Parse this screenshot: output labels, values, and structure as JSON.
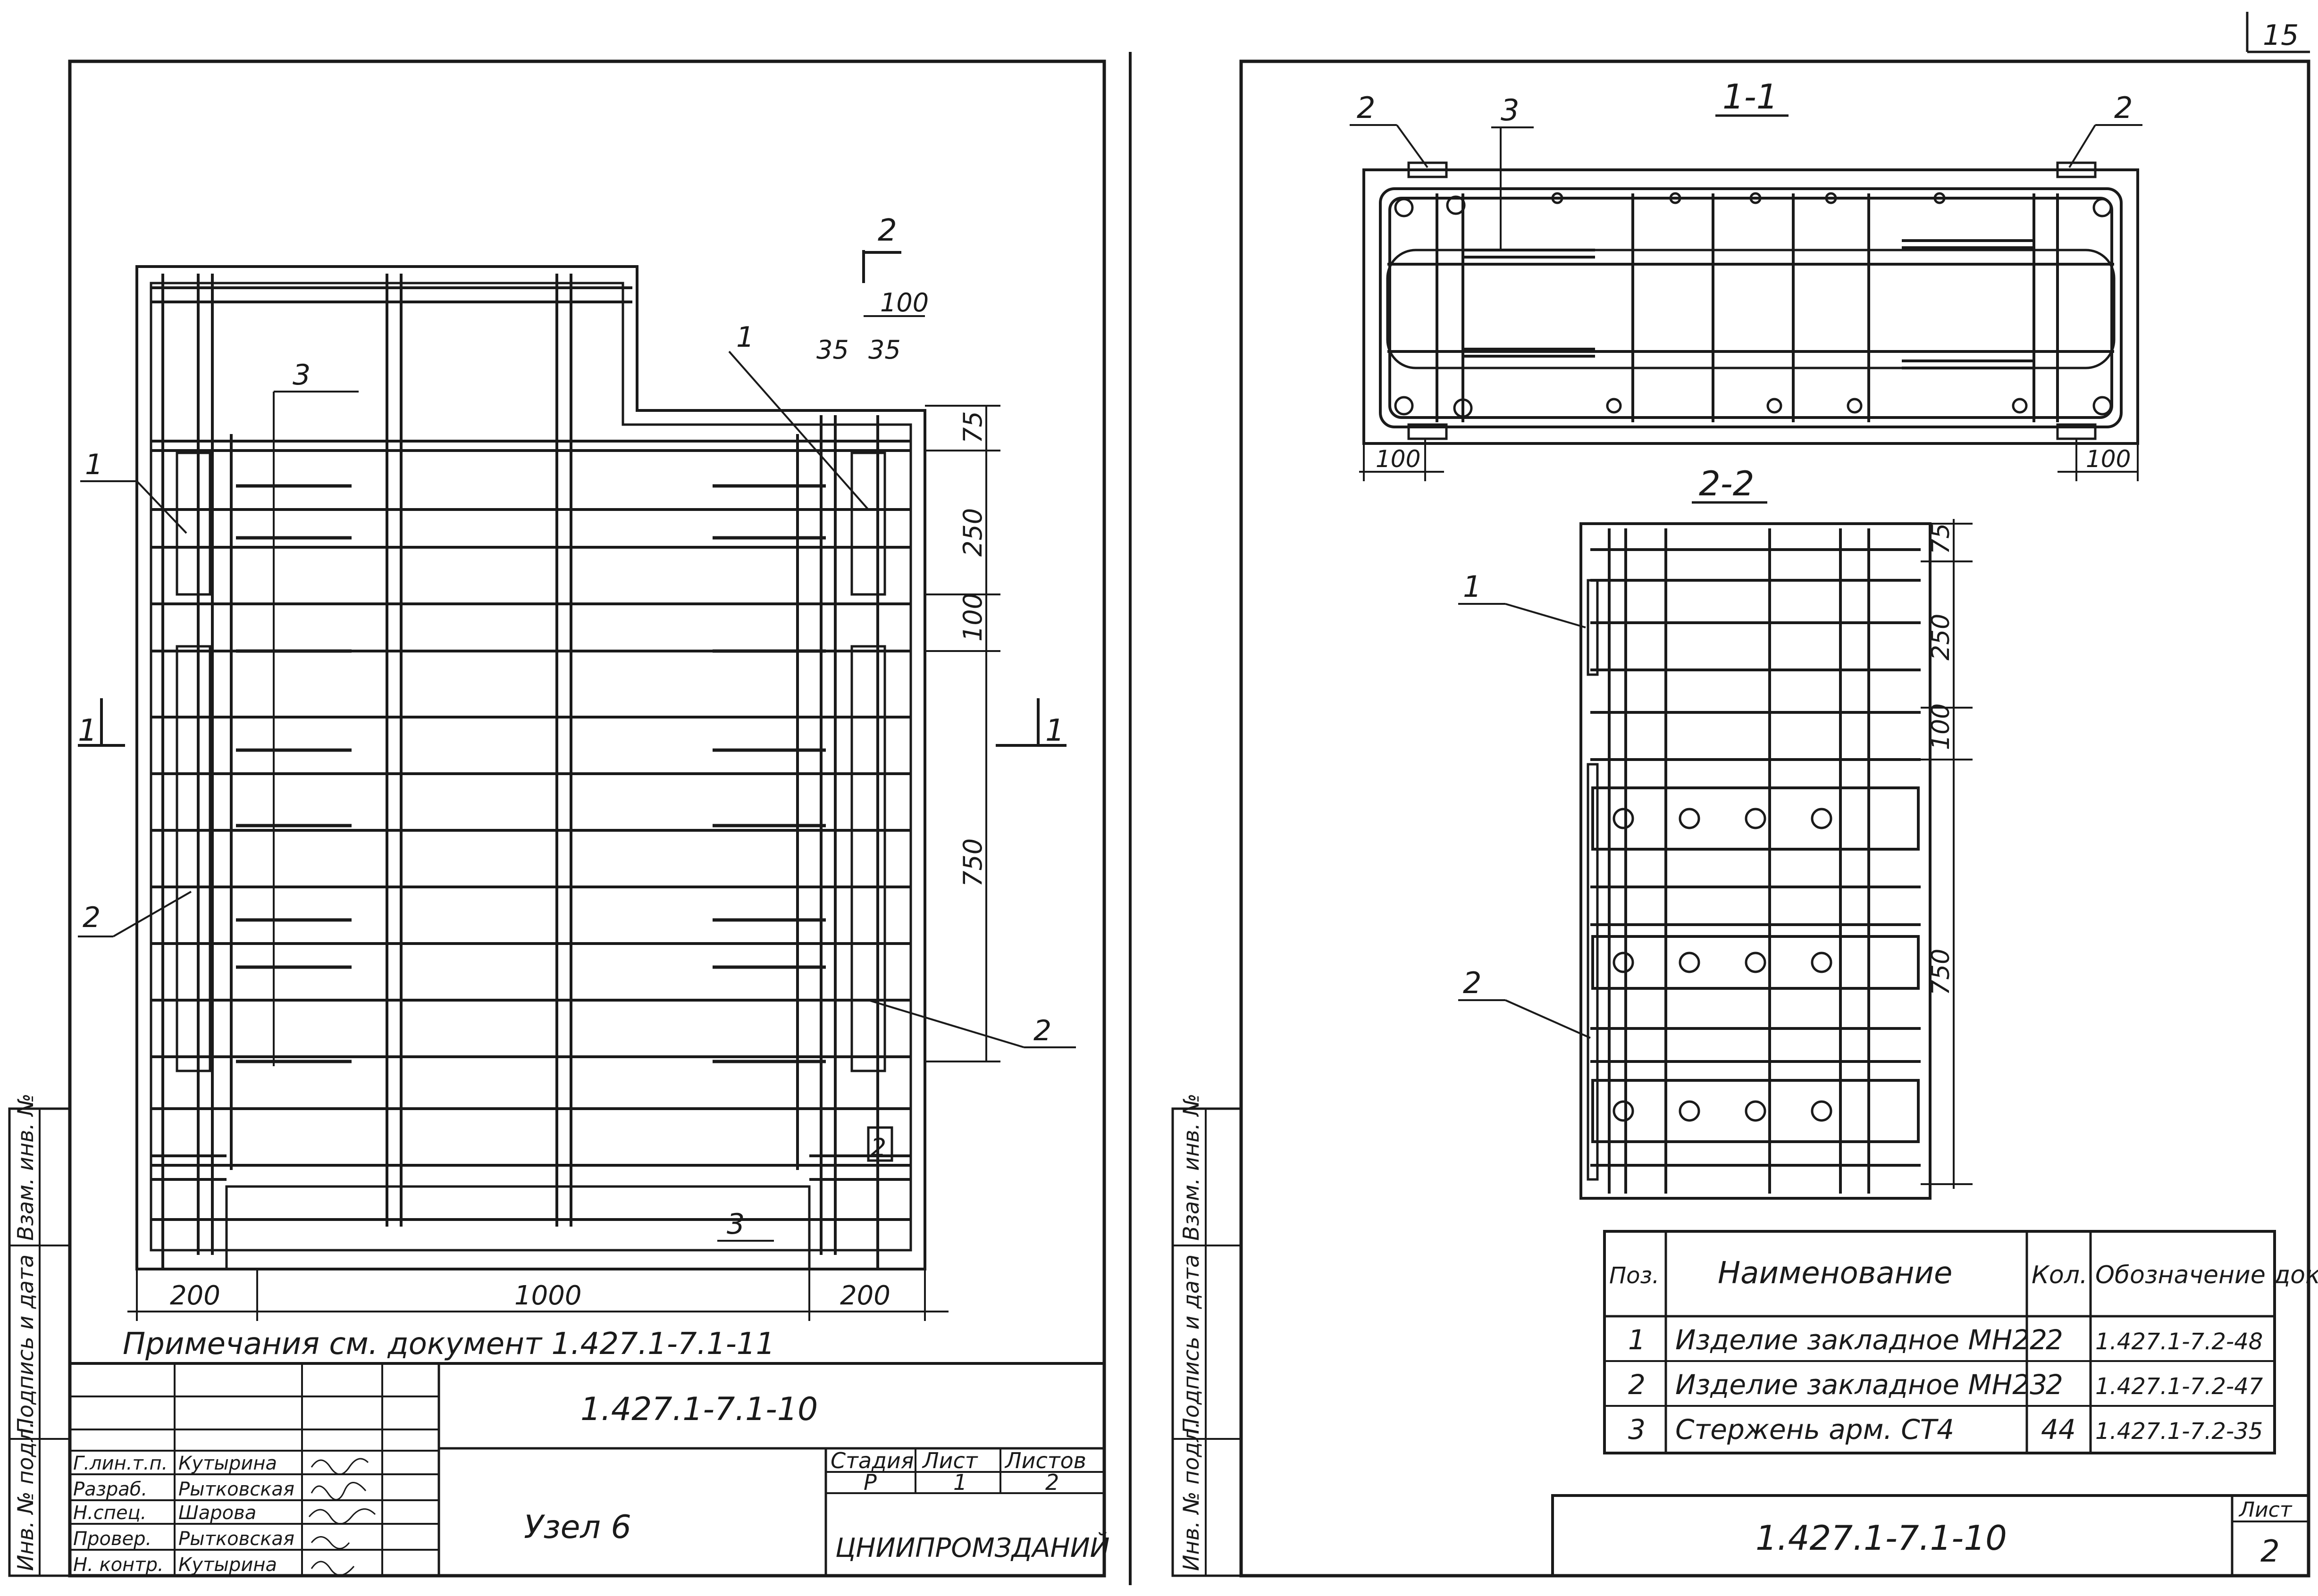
{
  "page_number": "15",
  "left_sheet": {
    "section_marks": {
      "cut_1": "1",
      "cut_2": "2"
    },
    "callouts": [
      "1",
      "2",
      "3",
      "2",
      "3"
    ],
    "dims_right": {
      "top_100": "100",
      "d35a": "35",
      "d35b": "35",
      "d75": "75",
      "d250": "250",
      "d100": "100",
      "d750": "750"
    },
    "dims_bottom": {
      "left": "200",
      "mid": "1000",
      "right": "200"
    },
    "box_label": "2",
    "note": "Примечания см. документ 1.427.1-7.1-11",
    "title_block": {
      "doc_code": "1.427.1-7.1-10",
      "roles": [
        "Г.лин.т.п.",
        "Разраб.",
        "Н.спец.",
        "Провер.",
        "Н. контр."
      ],
      "names": [
        "Кутырина",
        "Рытковская",
        "Шарова",
        "Рытковская",
        "Кутырина"
      ],
      "title": "Узел 6",
      "stage_header": "Стадия",
      "sheet_header": "Лист",
      "sheets_header": "Листов",
      "stage": "Р",
      "sheet": "1",
      "sheets": "2",
      "org": "ЦНИИПРОМЗДАНИЙ"
    },
    "side_stamp": [
      "Инв. № подл.",
      "Подпись и дата",
      "Взам. инв. №"
    ]
  },
  "right_sheet": {
    "section_1_1": "1-1",
    "section_2_2": "2-2",
    "callouts_1_1": [
      "2",
      "3",
      "2"
    ],
    "dims_1_1": {
      "left": "100",
      "right": "100"
    },
    "callouts_2_2": [
      "1",
      "2"
    ],
    "dims_2_2": {
      "d75": "75",
      "d250": "250",
      "d100": "100",
      "d750": "750"
    },
    "spec_table": {
      "headers": [
        "Поз.",
        "Наименование",
        "Кол.",
        "Обозначение документа"
      ],
      "rows": [
        [
          "1",
          "Изделие закладное МН22",
          "2",
          "1.427.1-7.2-48"
        ],
        [
          "2",
          "Изделие закладное МН23",
          "2",
          "1.427.1-7.2-47"
        ],
        [
          "3",
          "Стержень арм. СТ4",
          "44",
          "1.427.1-7.2-35"
        ]
      ]
    },
    "footer": {
      "doc_code": "1.427.1-7.1-10",
      "sheet_label": "Лист",
      "sheet_no": "2"
    },
    "side_stamp": [
      "Инв. № подл.",
      "Подпись и дата",
      "Взам. инв. №"
    ]
  }
}
